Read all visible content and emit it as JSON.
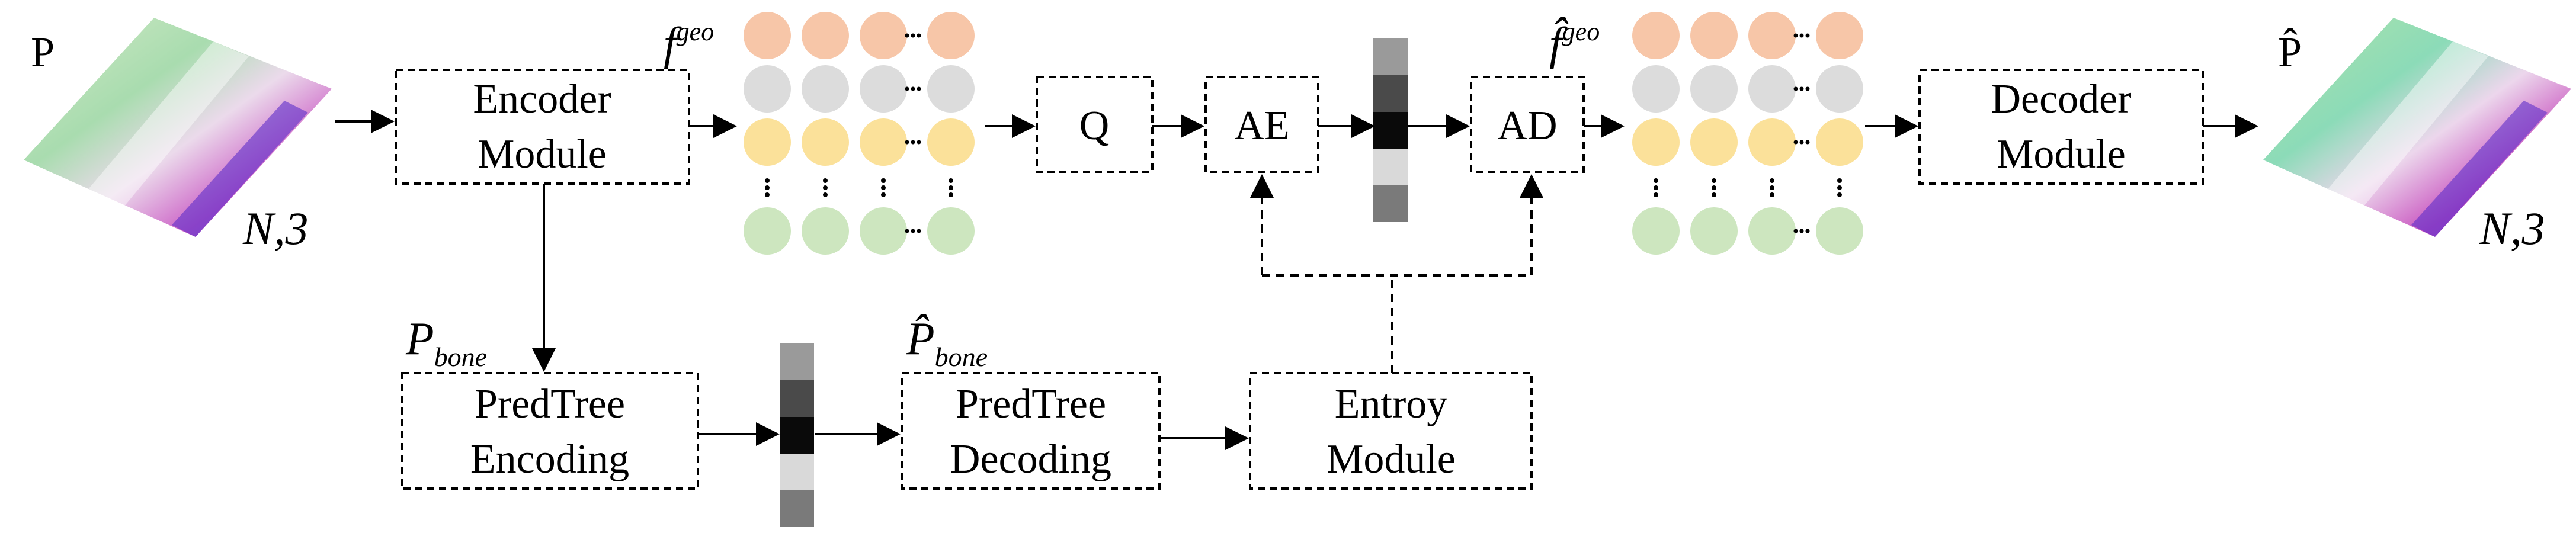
{
  "input_label": "P",
  "input_shape": "N,3",
  "output_label": "P̂",
  "output_shape": "N,3",
  "boxes": {
    "encoder": [
      "Encoder",
      "Module"
    ],
    "quant": [
      "Q"
    ],
    "ae": [
      "AE"
    ],
    "ad": [
      "AD"
    ],
    "decoder": [
      "Decoder",
      "Module"
    ],
    "predtree_enc": [
      "PredTree",
      "Encoding"
    ],
    "predtree_dec": [
      "PredTree",
      "Decoding"
    ],
    "entropy": [
      "Entroy",
      "Module"
    ]
  },
  "feature_labels": {
    "f_geo": {
      "base": "f",
      "sup": "geo"
    },
    "f_geo_hat": {
      "base": "f̂",
      "sup": "geo"
    },
    "p_bone": {
      "base": "P",
      "sub": "bone"
    },
    "p_bone_hat": {
      "base": "P̂",
      "sub": "bone"
    }
  },
  "feature_row_colors": [
    "#f7c6a8",
    "#dcdcdc",
    "#fbe19a",
    "#cde6bf"
  ],
  "bitstream_shades": [
    "#9a9a9a",
    "#4a4a4a",
    "#0a0a0a",
    "#d9d9d9",
    "#7a7a7a"
  ],
  "colors": {
    "line": "#000000"
  }
}
